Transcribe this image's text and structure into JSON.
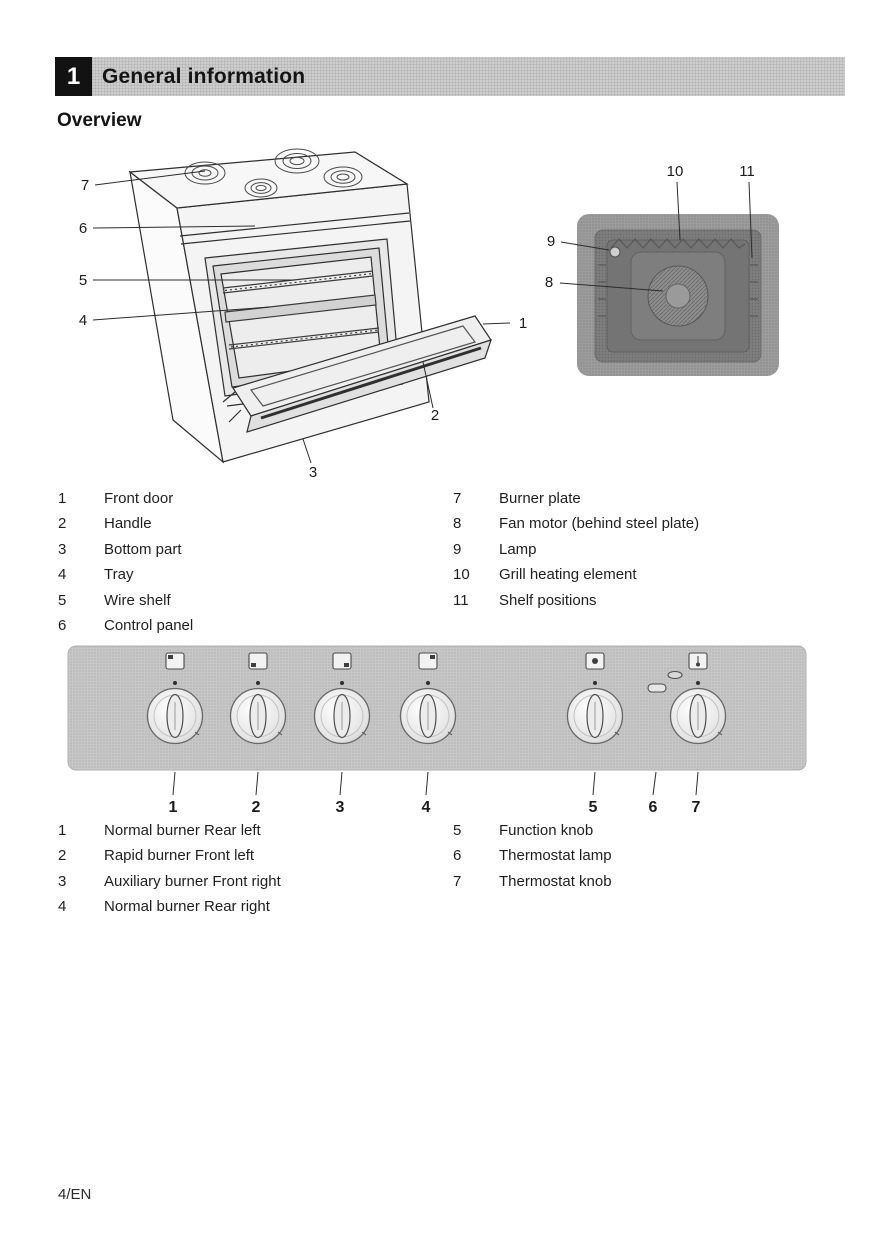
{
  "header": {
    "section_number": "1",
    "section_title": "General information"
  },
  "subsection_title": "Overview",
  "footer": "4/EN",
  "colors": {
    "header_bar": "#cdcdcd",
    "control_panel": "#c7c7c7",
    "section_block": "#121212"
  },
  "cooker": {
    "callouts": {
      "n1": "1",
      "n2": "2",
      "n3": "3",
      "n4": "4",
      "n5": "5",
      "n6": "6",
      "n7": "7"
    }
  },
  "oven_view": {
    "callouts": {
      "n8": "8",
      "n9": "9",
      "n10": "10",
      "n11": "11"
    }
  },
  "parts_list": {
    "left": [
      {
        "num": "1",
        "label": "Front door"
      },
      {
        "num": "2",
        "label": "Handle"
      },
      {
        "num": "3",
        "label": "Bottom part"
      },
      {
        "num": "4",
        "label": "Tray"
      },
      {
        "num": "5",
        "label": "Wire shelf"
      },
      {
        "num": "6",
        "label": "Control panel"
      }
    ],
    "right": [
      {
        "num": "7",
        "label": "Burner plate"
      },
      {
        "num": "8",
        "label": "Fan motor (behind steel plate)"
      },
      {
        "num": "9",
        "label": "Lamp"
      },
      {
        "num": "10",
        "label": "Grill heating element"
      },
      {
        "num": "11",
        "label": "Shelf positions"
      }
    ]
  },
  "panel": {
    "numbers": [
      "1",
      "2",
      "3",
      "4",
      "5",
      "6",
      "7"
    ]
  },
  "icons": {
    "panel": [
      "burner-rear-left-icon",
      "burner-front-left-icon",
      "burner-front-right-icon",
      "burner-rear-right-icon",
      "oven-function-icon",
      "thermostat-lamp-icon",
      "thermostat-icon"
    ]
  },
  "knob_list": {
    "left": [
      {
        "num": "1",
        "label": "Normal burner Rear left"
      },
      {
        "num": "2",
        "label": "Rapid burner Front left"
      },
      {
        "num": "3",
        "label": "Auxiliary burner Front right"
      },
      {
        "num": "4",
        "label": "Normal burner Rear right"
      }
    ],
    "right": [
      {
        "num": "5",
        "label": "Function knob"
      },
      {
        "num": "6",
        "label": "Thermostat lamp"
      },
      {
        "num": "7",
        "label": "Thermostat knob"
      }
    ]
  }
}
